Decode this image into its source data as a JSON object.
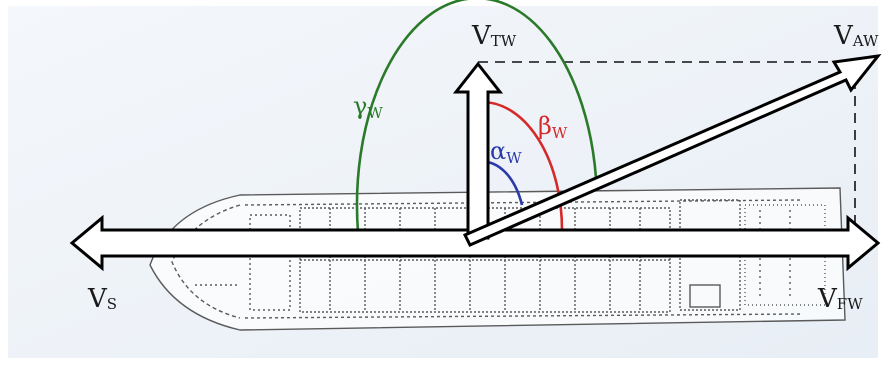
{
  "diagram": {
    "labels": {
      "v_tw": {
        "main": "V",
        "sub": "TW"
      },
      "v_aw": {
        "main": "V",
        "sub": "AW"
      },
      "v_s": {
        "main": "V",
        "sub": "S"
      },
      "v_fw": {
        "main": "V",
        "sub": "FW"
      },
      "gamma_w": {
        "main": "γ",
        "sub": "W"
      },
      "beta_w": {
        "main": "β",
        "sub": "W"
      },
      "alpha_w": {
        "main": "α",
        "sub": "W"
      }
    },
    "colors": {
      "gamma": "#2a7a2a",
      "beta": "#d42a2a",
      "alpha": "#2a3aa8",
      "arrow": "#000000",
      "ship": "#5a5a5a",
      "background": "#eef3f8"
    },
    "icons": {
      "ship": "container-ship-plan-icon"
    }
  }
}
